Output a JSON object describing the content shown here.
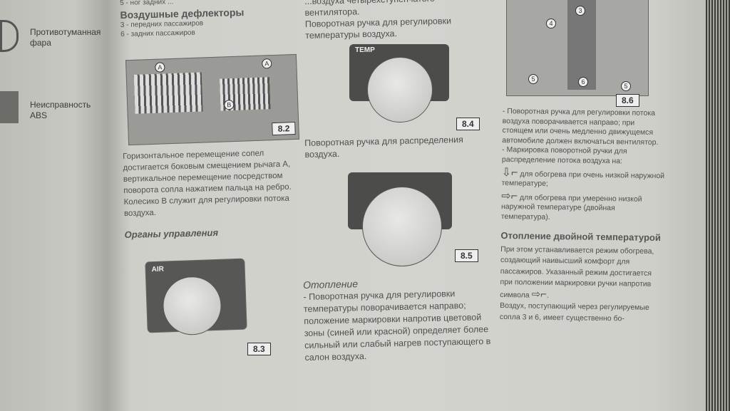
{
  "left_page": {
    "items": [
      {
        "label": "Противотуманная фара"
      },
      {
        "label": "Неисправность ABS"
      }
    ]
  },
  "col1": {
    "top_line": "5 - ног задних ...",
    "heading": "Воздушные дефлекторы",
    "legend": [
      "3 - передних пассажиров",
      "6 - задних пассажиров"
    ],
    "fig": {
      "id": "8.2",
      "markers": [
        "A",
        "B"
      ]
    },
    "para1": "Горизонтальное перемещение сопел достигается боковым смещением рычага A, вертикальное перемещение посредством поворота сопла нажатием пальца на ребро.",
    "para2": "Колесико B служит для регулировки потока воздуха.",
    "heading2": "Органы управления",
    "fig2": {
      "id": "8.3",
      "label": "AIR"
    }
  },
  "col2": {
    "top1": "...воздуха четырехступенчатого вентилятора.",
    "top2": "Поворотная ручка для регулировки температуры воздуха.",
    "fig1": {
      "id": "8.4",
      "label": "TEMP"
    },
    "caption": "Поворотная ручка для распределения воздуха.",
    "fig2": {
      "id": "8.5"
    },
    "heading": "Отопление",
    "para": "- Поворотная ручка для регулировки температуры поворачивается направо; положение маркировки напротив цветовой зоны (синей или красной) определяет более сильный или слабый нагрев поступающего в салон воздуха."
  },
  "col3": {
    "fig": {
      "id": "8.6",
      "markers": [
        "3",
        "4",
        "5",
        "6",
        "5"
      ]
    },
    "p1": "- Поворотная ручка для регулировки потока воздуха поворачивается направо; при стоящем или очень медленно движущемся автомобиле должен включаться вентилятор.",
    "p2": "- Маркировка поворотной ручки для распределение потока воздуха на:",
    "p3": "для обогрева при очень низкой наружной температуре;",
    "p4": "для обогрева при умеренно низкой наружной температуре (двойная температура).",
    "heading": "Отопление двойной температурой",
    "p5": "При этом устанавливается режим обогрева, создающий наивысший комфорт для пассажиров. Указанный режим достигается при положении маркировки ручки напротив символа",
    "p6": "Воздух, поступающий через регулируемые сопла 3 и 6, имеет существенно бо-"
  }
}
